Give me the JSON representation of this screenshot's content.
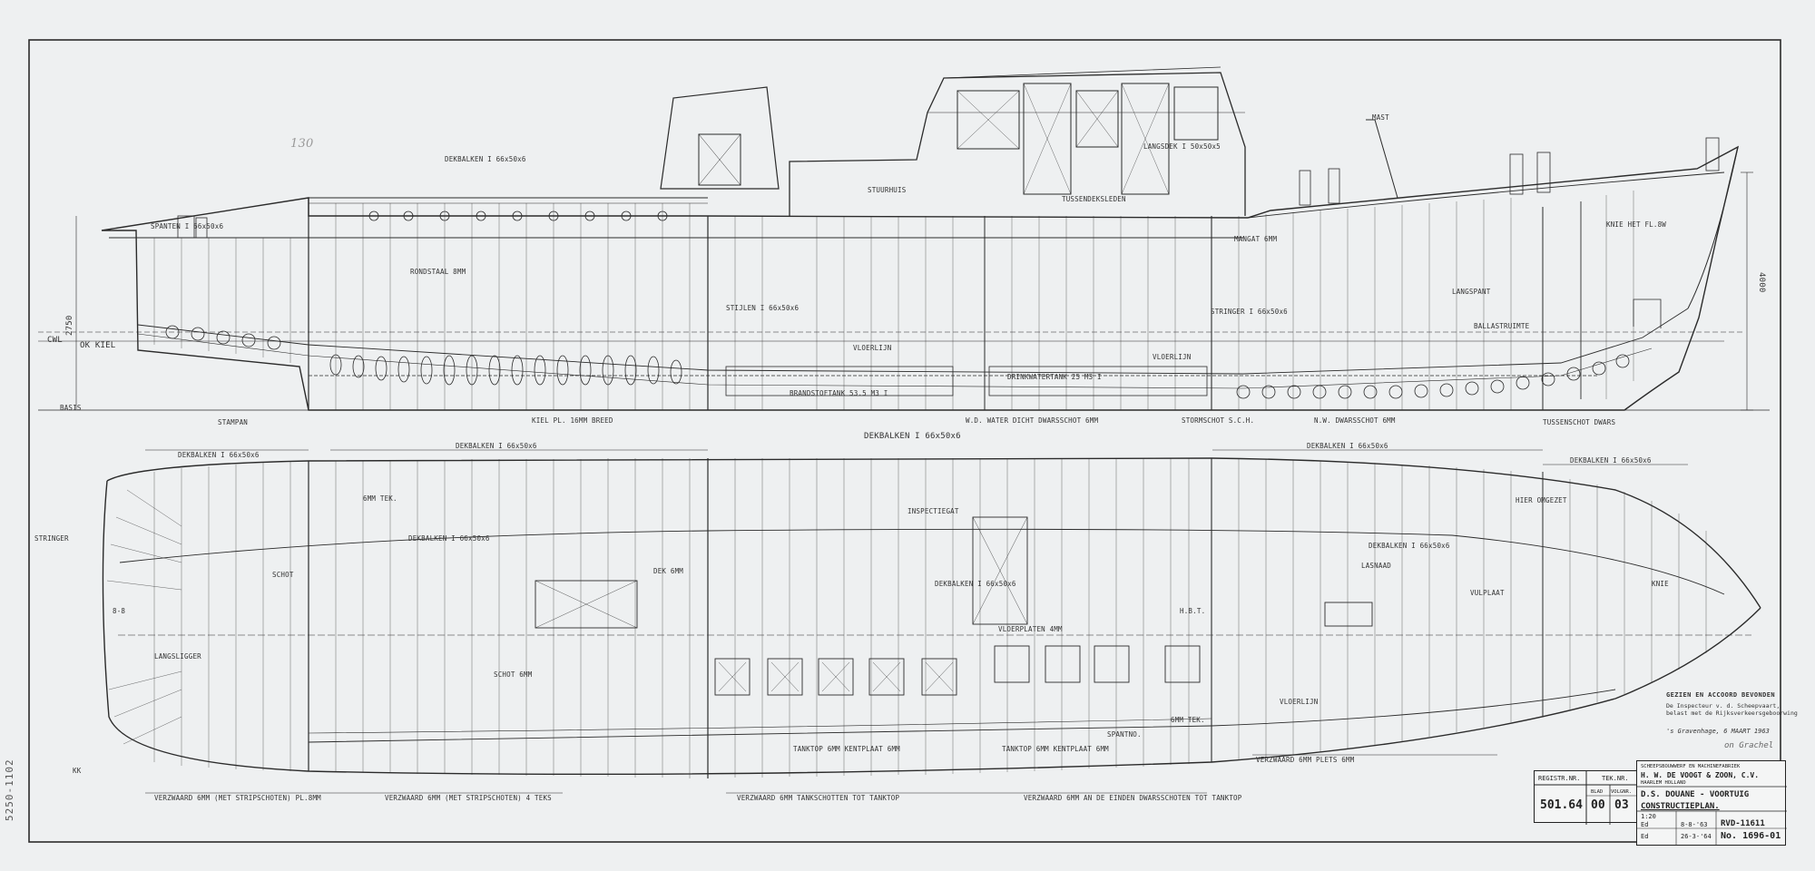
{
  "drawing": {
    "sheet_stamp": "5250-1102",
    "corner_note": "on Grachel",
    "pencil_mark": "130"
  },
  "registration": {
    "regist_header": "REGISTR.NR.",
    "tek_header": "TEK.NR.",
    "regist_number": "501.64",
    "tek_number": "00",
    "sheet_number": "03",
    "blad_label": "BLAD",
    "volgnr_label": "VOLGNR."
  },
  "title_block": {
    "yard_line": "SCHEEPSBOUWWERF EN MACHINEFABRIEK",
    "company": "H. W. DE VOOGT & ZOON, C.V.",
    "location": "HAARLEM          HOLLAND",
    "vessel": "D.S. DOUANE - VOORTUIG",
    "title": "CONSTRUCTIEPLAN.",
    "scale": "1:20",
    "drawn_by": "Ed",
    "date": "8-8-'63",
    "ref": "RVD-11611",
    "checked_by": "Ed",
    "rev_date": "26-3-'64",
    "drawing_no": "No. 1696-01"
  },
  "approval": {
    "line1": "GEZIEN EN ACCOORD BEVONDEN",
    "line2": "De Inspecteur v. d. Scheepvaart,",
    "line3": "belast met de Rijksverkeersgeboorwing",
    "line4": "'s Gravenhage, 6 MAART 1963"
  },
  "labels": {
    "dekbalken_top": "DEKBALKEN I 66x50x6",
    "dekbalken_a": "DEKBALKEN I 66x50x6",
    "dekbalken_b": "DEKBALKEN I 66x50x6",
    "dekbalken_c": "DEKBALKEN I 66x50x6",
    "dekbalken_d": "DEKBALKEN I 66x50x6",
    "dekbalken_e": "DEKBALKEN I 66x50x6",
    "dekbalken_f": "DEKBALKEN I 66x50x6",
    "dekbalken_g": "DEKBALKEN I 66x50x6",
    "brandstoftank": "BRANDSTOFTANK 53.5 M3 I",
    "drinkwatertank": "DRINKWATERTANK 25 M3 I",
    "waterdicht": "W.D. WATER DICHT DWARSSCHOT 6MM",
    "ndw_schot": "N.W. DWARSSCHOT 6MM",
    "kiel": "KIEL PL. 16MM BREED",
    "vloerplaten": "VLOERPLATEN 4MM",
    "stringer": "STRINGER I 66x50x6",
    "spanten": "SPANTEN I 66x50x6",
    "stulen": "STIJLEN I 66x50x6",
    "verzwaard_1": "VERZWAARD 6MM (MET STRIPSCHOTEN) PL.8MM",
    "verzwaard_2": "VERZWAARD 6MM (MET STRIPSCHOTEN) 4 TEKS",
    "tank_top": "TANKTOP 6MM KENTPLAAT 6MM",
    "tank_top_2": "TANKTOP 6MM KENTPLAAT 6MM",
    "tanktop_stekel": "VERZWAARD 6MM TANKSCHOTTEN TOT TANKTOP",
    "verzwaard_3": "VERZWAARD 6MM AN DE EINDEN DWARSSCHOTEN TOT TANKTOP",
    "verzwaard_4": "VERZWAARD 6MM PLETS 6MM",
    "vloerlijn_a": "VLOERLIJN",
    "vloerlijn_b": "VLOERLIJN",
    "vloerlijn_c": "VLOERLIJN",
    "schot_fp": "STORMSCHOT S.C.H.",
    "tussenschot": "TUSSENSCHOT DWARS",
    "langsdek": "LANGSDEK I 50x50x5",
    "dekbalk_mid": "DEKBALKEN I 66x50x6",
    "mast": "MAST",
    "boeg": "KNIE HET FL.8W",
    "hiding": "HIER OMGEZET",
    "spanten_ec": "6MM TEK.",
    "ballast": "BALLASTRUIMTE",
    "cwl": "CWL",
    "ok_kiel": "OK KIEL",
    "deep": "4000",
    "depth_left": "2750",
    "sta": "STAMPAN",
    "baseline": "BASIS",
    "frame_a": "8-8",
    "frame_b": "KK",
    "stuurhuis": "STUURHUIS",
    "tussendek": "TUSSENDEKSLEDEN",
    "mangat": "MANGAT 6MM",
    "rond_m": "RONDSTAAL 8MM",
    "langspant": "LANGSPANT",
    "vloerplaat": "6MM TEK.",
    "schot": "SCHOT",
    "dek": "DEK 6MM",
    "hbt": "H.B.T.",
    "lasnaad": "LASNAAD",
    "vulplaat": "VULPLAAT",
    "stringer_r": "STRINGER",
    "schott_r": "SCHOT 6MM",
    "inspectie": "INSPECTIEGAT",
    "knie": "KNIE",
    "langsligger": "LANGSLIGGER",
    "spant_num": "SPANTNO."
  }
}
